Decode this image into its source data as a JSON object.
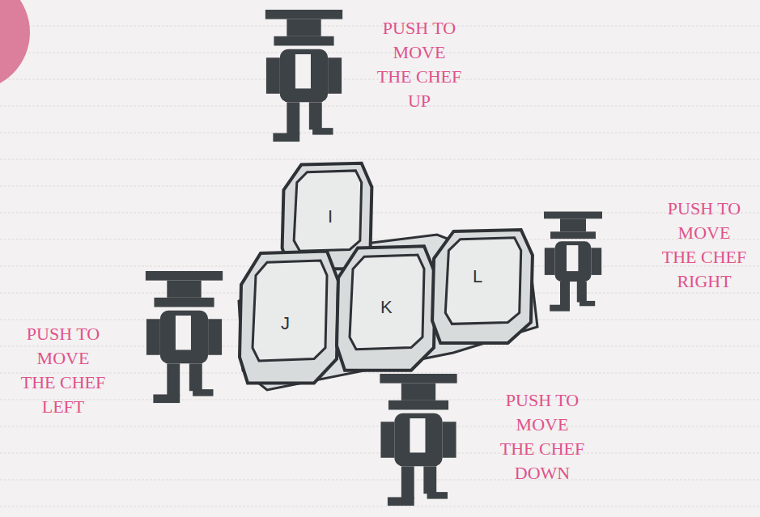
{
  "diagram": {
    "nodes": [
      {
        "text": [
          "I"
        ]
      },
      {
        "text": [
          "J"
        ]
      },
      {
        "text": [
          "K"
        ]
      },
      {
        "text": [
          "L"
        ]
      }
    ],
    "labels": [
      "PUSH TO MOVE THE CHEF UP",
      "PUSH TO MOVE THE CHEF RIGHT",
      "PUSH TO MOVE THE CHEF LEFT",
      "PUSH TO MOVE THE CHEF DOWN"
    ]
  }
}
